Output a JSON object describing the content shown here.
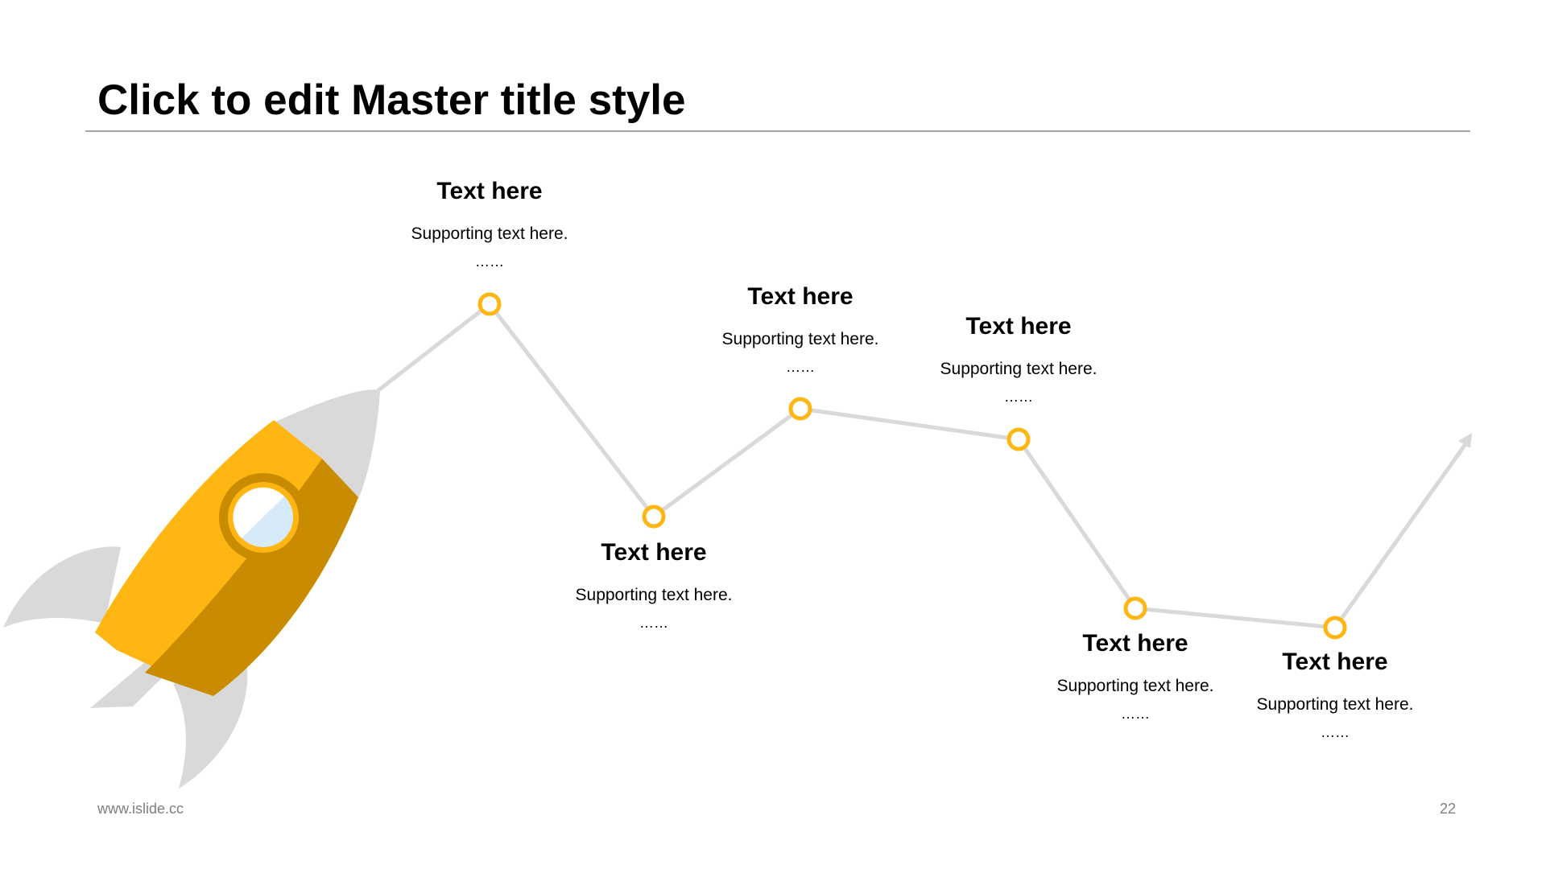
{
  "title": "Click to edit Master title style",
  "footer": {
    "website": "www.islide.cc",
    "page_number": "22"
  },
  "colors": {
    "accent": "#FFB612",
    "accent_dark": "#C98C00",
    "line": "#D9D9D9",
    "rocket_gray": "#D9D9D9",
    "window": "#D6EAF8"
  },
  "milestones": [
    {
      "title": "Text here",
      "text": "Supporting text here.",
      "ellipsis": "……"
    },
    {
      "title": "Text here",
      "text": "Supporting text here.",
      "ellipsis": "……"
    },
    {
      "title": "Text here",
      "text": "Supporting text here.",
      "ellipsis": "……"
    },
    {
      "title": "Text here",
      "text": "Supporting text here.",
      "ellipsis": "……"
    },
    {
      "title": "Text here",
      "text": "Supporting text here.",
      "ellipsis": "……"
    },
    {
      "title": "Text here",
      "text": "Supporting text here.",
      "ellipsis": "……"
    }
  ]
}
